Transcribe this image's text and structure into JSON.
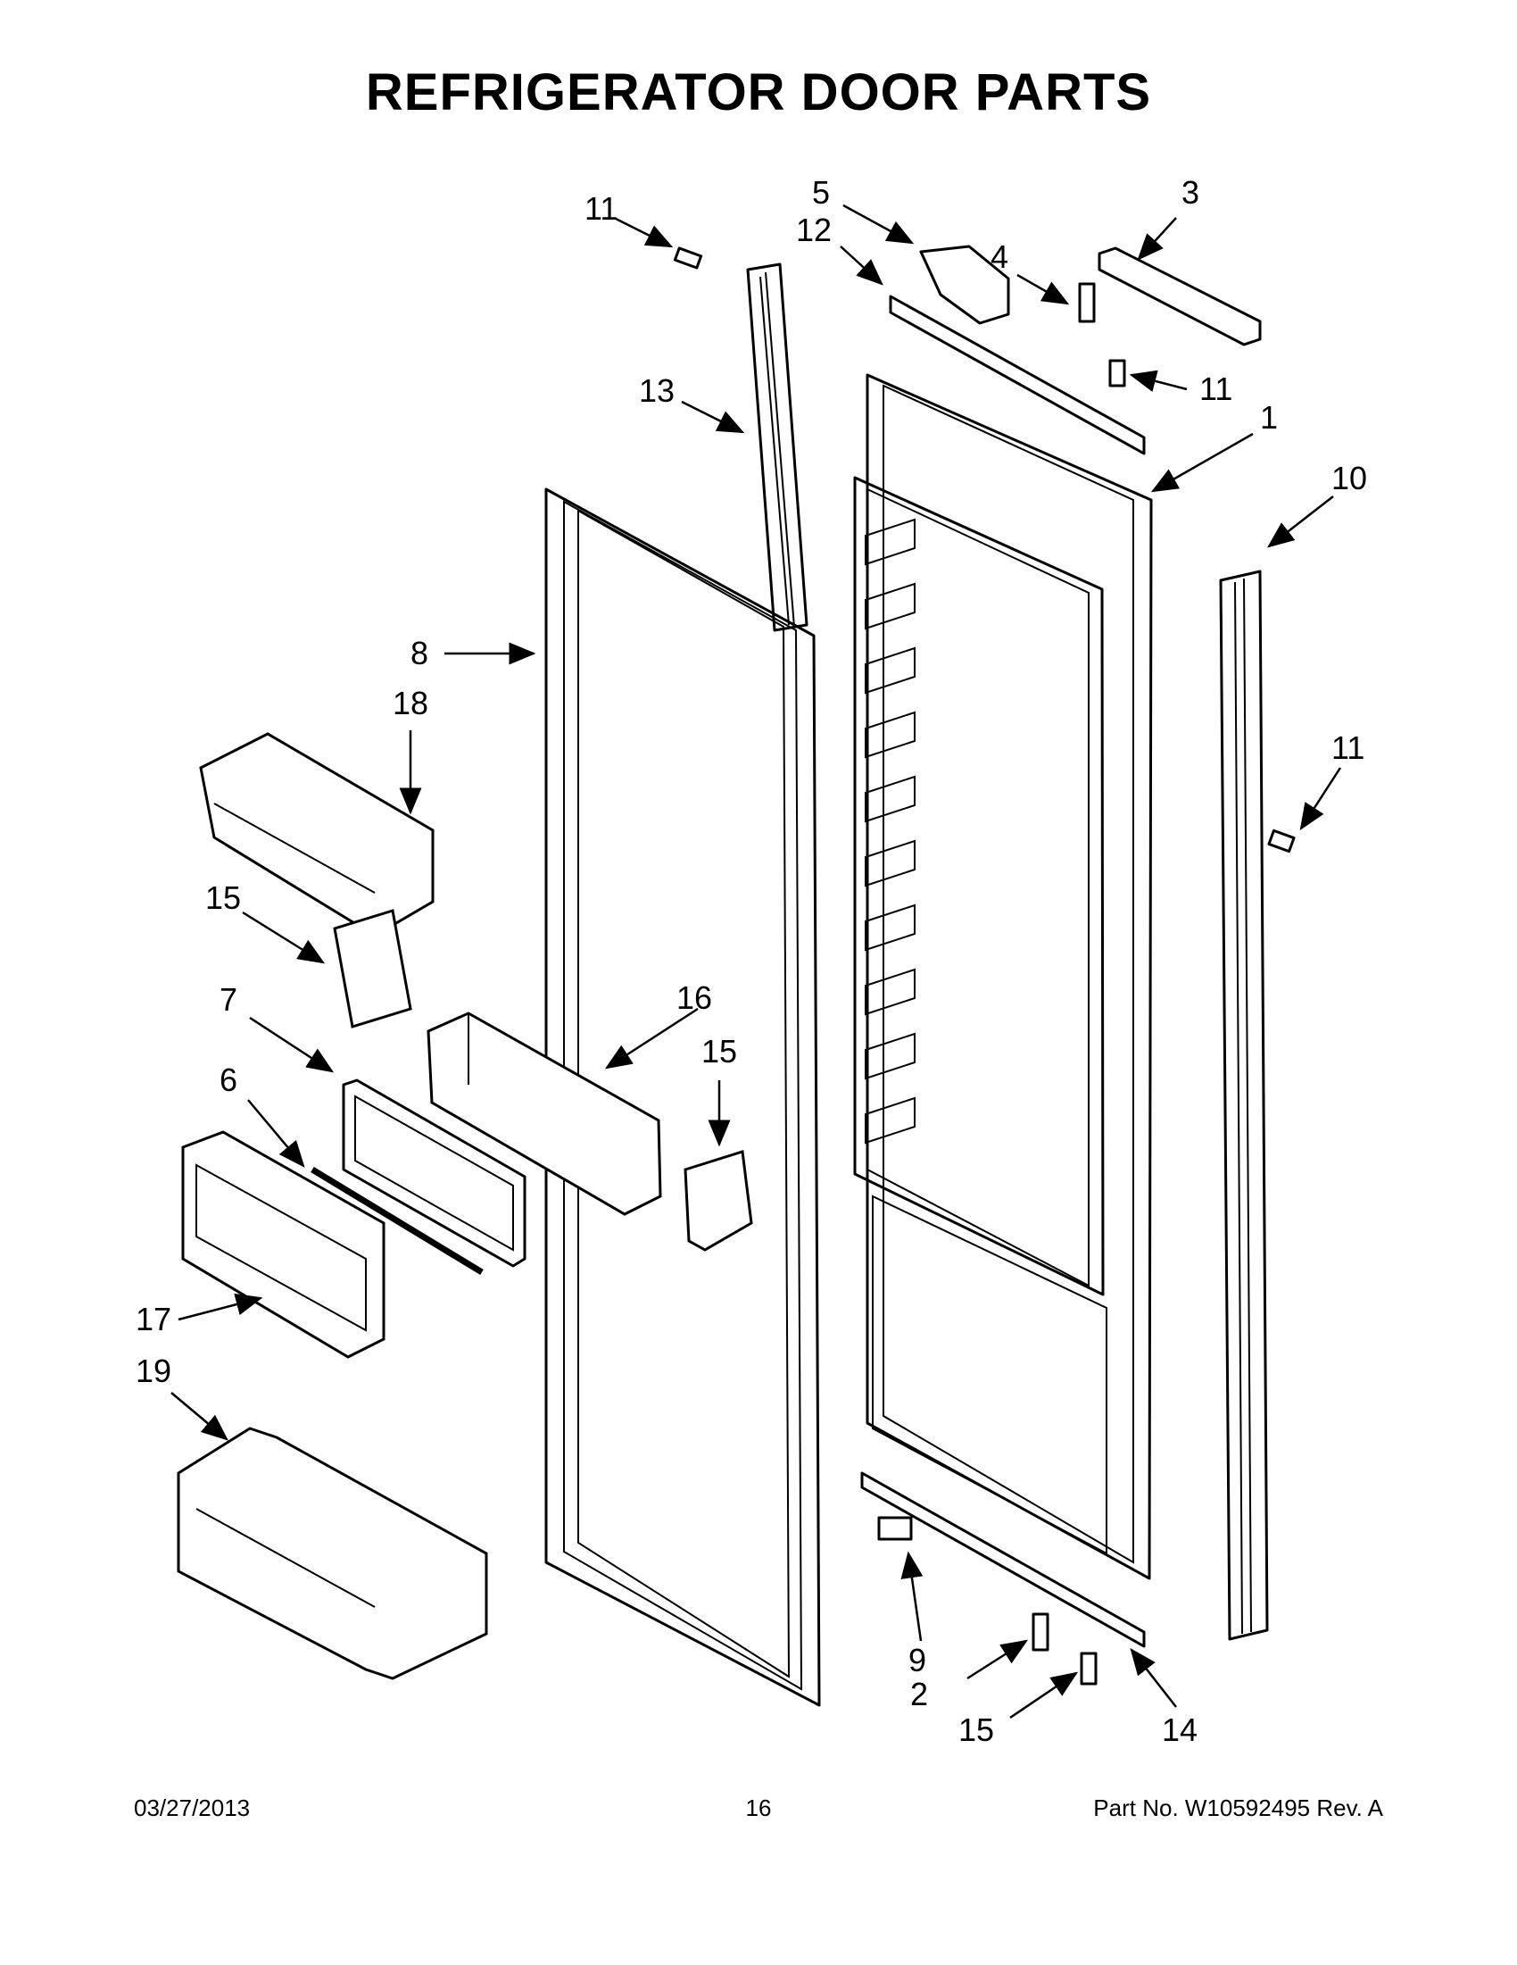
{
  "title": "REFRIGERATOR DOOR PARTS",
  "callouts": {
    "c1": "1",
    "c2": "2",
    "c3": "3",
    "c4": "4",
    "c5": "5",
    "c6": "6",
    "c7": "7",
    "c8": "8",
    "c9": "9",
    "c10": "10",
    "c11a": "11",
    "c11b": "11",
    "c11c": "11",
    "c12": "12",
    "c13": "13",
    "c14": "14",
    "c15a": "15",
    "c15b": "15",
    "c15c": "15",
    "c16": "16",
    "c17": "17",
    "c18": "18",
    "c19": "19"
  },
  "footer": {
    "date": "03/27/2013",
    "page": "16",
    "part_no": "Part No.  W10592495  Rev.  A"
  }
}
